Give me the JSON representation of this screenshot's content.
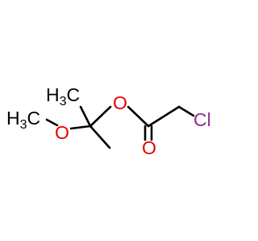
{
  "molecule": {
    "atoms": [
      {
        "id": "methyl_top",
        "text": "H",
        "sub": "3",
        "tail": "C",
        "color": "#000000"
      },
      {
        "id": "methyl_left",
        "text": "H",
        "sub": "3",
        "tail": "C",
        "color": "#000000"
      },
      {
        "id": "methoxy_oxygen",
        "text": "O",
        "color": "#e60000"
      },
      {
        "id": "ester_oxygen",
        "text": "O",
        "color": "#e60000"
      },
      {
        "id": "carbonyl_oxygen",
        "text": "O",
        "color": "#e60000"
      },
      {
        "id": "chlorine",
        "text": "Cl",
        "color": "#8c2c8c"
      }
    ],
    "bond_color": "#000000"
  }
}
